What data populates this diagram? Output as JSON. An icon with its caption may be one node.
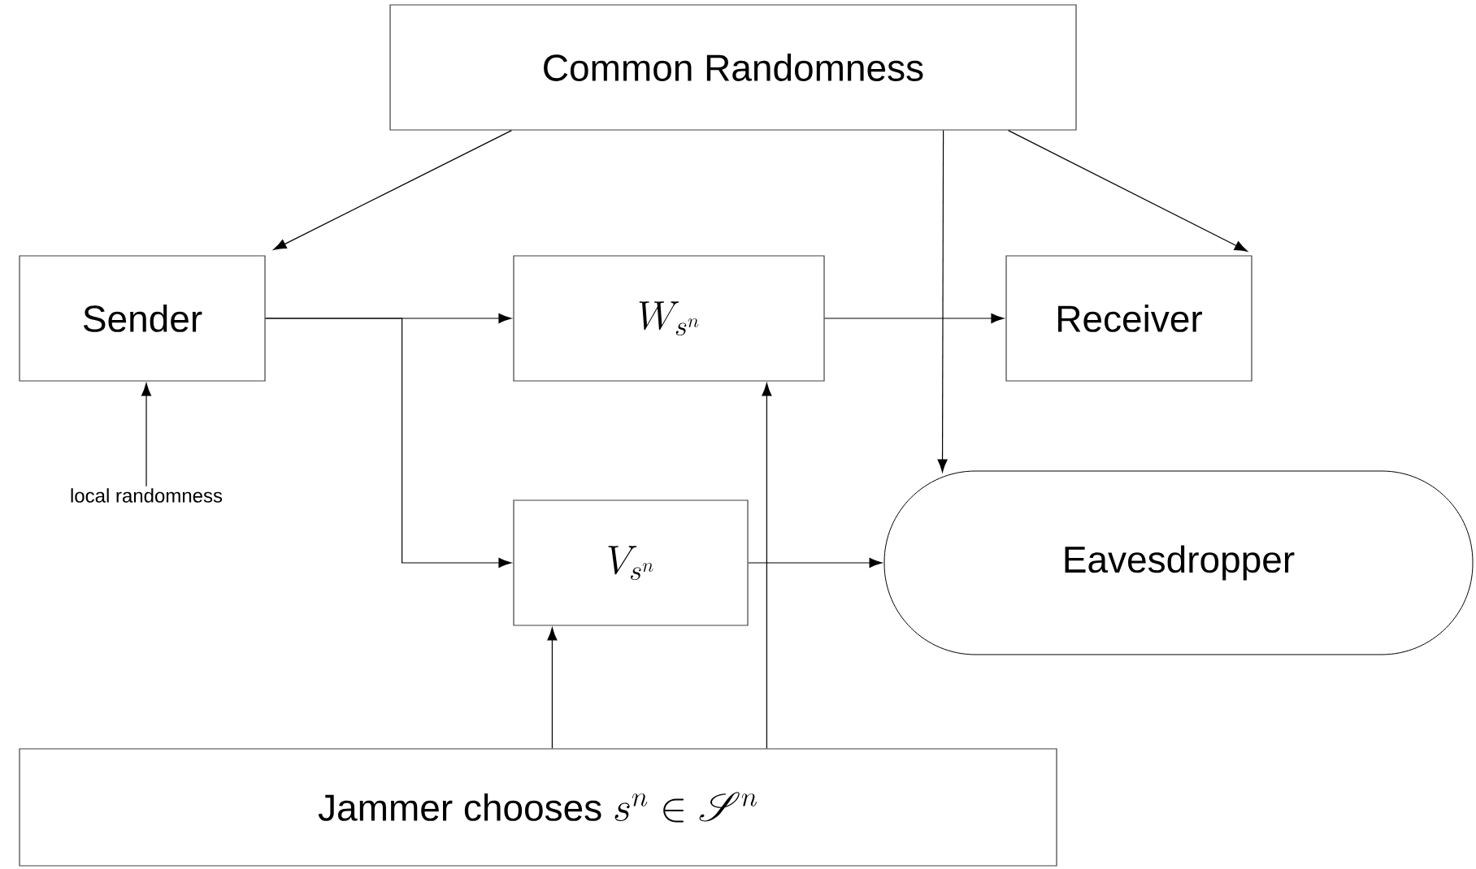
{
  "diagram": {
    "nodes": [
      {
        "text": [
          "Common Randomness"
        ]
      },
      {
        "text": [
          "Sender"
        ]
      },
      {
        "text": [
          "W_{s^n}"
        ]
      },
      {
        "text": [
          "Receiver"
        ]
      },
      {
        "text": [
          "local randomness"
        ]
      },
      {
        "text": [
          "V_{s^n}"
        ]
      },
      {
        "text": [
          "Eavesdropper"
        ]
      },
      {
        "text": [
          "Jammer chooses",
          "s^n \\in \\mathscr{S}^n"
        ]
      }
    ],
    "edges": [
      {
        "from": 0,
        "to": 1,
        "arrow": "to"
      },
      {
        "from": 0,
        "to": 3,
        "arrow": "to"
      },
      {
        "from": 0,
        "to": 6,
        "arrow": "to"
      },
      {
        "from": 1,
        "to": 2,
        "arrow": "to"
      },
      {
        "from": 1,
        "to": 5,
        "arrow": "to"
      },
      {
        "from": 2,
        "to": 3,
        "arrow": "to"
      },
      {
        "from": 4,
        "to": 1,
        "arrow": "to"
      },
      {
        "from": 5,
        "to": 6,
        "arrow": "to"
      },
      {
        "from": 7,
        "to": 5,
        "arrow": "to"
      },
      {
        "from": 7,
        "to": 2,
        "arrow": "to"
      }
    ]
  }
}
